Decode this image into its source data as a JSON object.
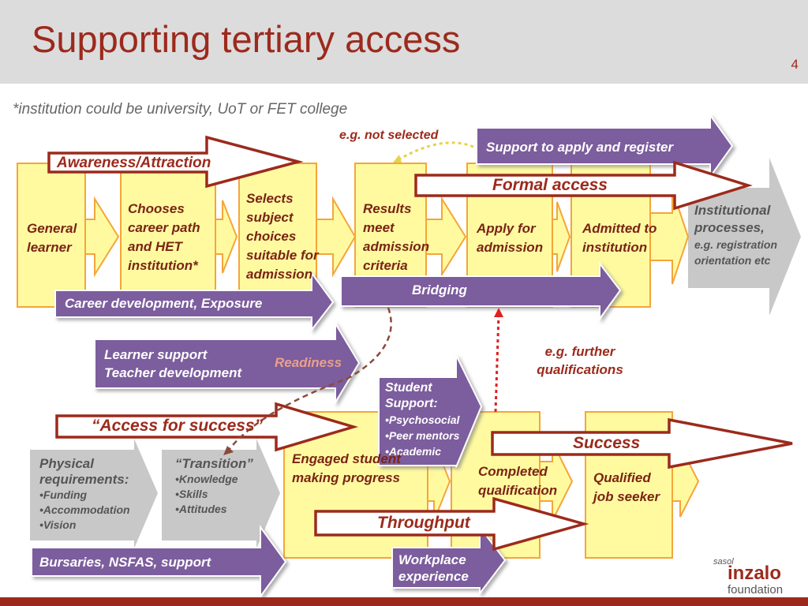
{
  "header": {
    "title": "Supporting tertiary access",
    "slide_number": "4"
  },
  "note": "*institution could be university, UoT or FET college",
  "top_row": {
    "general_learner": "General learner",
    "chooses_career": "Chooses career path and HET institution*",
    "selects_subject": "Selects subject choices suitable for admission",
    "results_meet": "Results meet admission criteria",
    "apply_admission": "Apply for admission",
    "admitted": "Admitted to institution",
    "institutional": "Institutional processes,",
    "institutional_sub": "e.g. registration orientation etc"
  },
  "banners": {
    "awareness": "Awareness/Attraction",
    "formal_access": "Formal access",
    "access_success": "“Access for success”",
    "success": "Success",
    "throughput": "Throughput"
  },
  "purple": {
    "support_apply": "Support to apply and register",
    "career_dev": "Career development, Exposure",
    "bridging": "Bridging",
    "learner_support": "Learner support",
    "teacher_dev": "Teacher development",
    "readiness": "Readiness",
    "student_support_title": "Student Support:",
    "student_support_items": [
      "Psychosocial",
      "Peer mentors",
      "Academic"
    ],
    "bursaries": "Bursaries, NSFAS, support",
    "workplace": "Workplace experience"
  },
  "annotations": {
    "not_selected": "e.g. not selected",
    "further_quals": "e.g. further qualifications"
  },
  "bottom_row": {
    "physical_title": "Physical requirements:",
    "physical_items": [
      "Funding",
      "Accommodation",
      "Vision"
    ],
    "transition_title": "“Transition”",
    "transition_items": [
      "Knowledge",
      "Skills",
      "Attitudes"
    ],
    "engaged": "Engaged student making progress",
    "completed": "Completed qualification",
    "qualified": "Qualified job seeker"
  },
  "logo": {
    "sasol": "sasol",
    "inzalo": "inzalo",
    "foundation": "foundation"
  },
  "colors": {
    "accent": "#9c2a1c",
    "yellow_fill": "#fffaa0",
    "yellow_border": "#f5a53a",
    "purple": "#7b5d9d",
    "gray": "#c8c8c8"
  }
}
